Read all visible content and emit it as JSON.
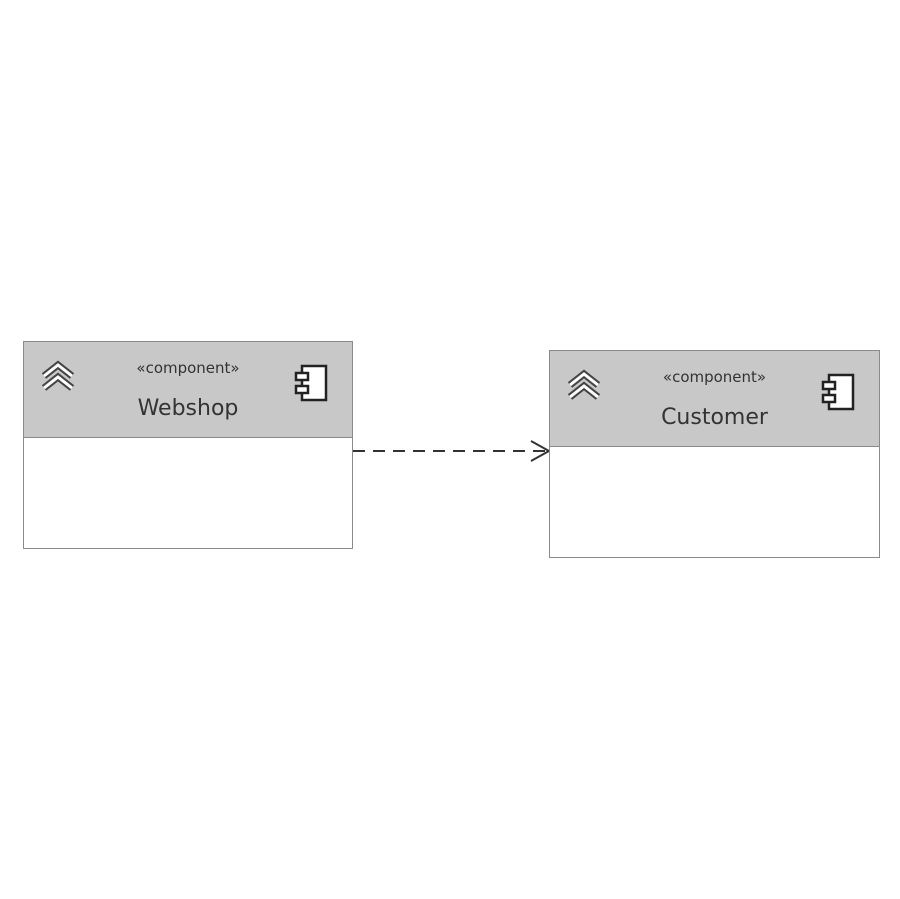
{
  "diagram": {
    "components": [
      {
        "stereotype": "«component»",
        "name": "Webshop"
      },
      {
        "stereotype": "«component»",
        "name": "Customer"
      }
    ],
    "dependency": {
      "from": "Webshop",
      "to": "Customer",
      "style": "dashed-open-arrow"
    },
    "colors": {
      "header_fill": "#c8c8c8",
      "border": "#8a8a8a",
      "text": "#333333",
      "connector": "#333333"
    },
    "icons": [
      "collapse-chevrons-icon",
      "uml-component-icon"
    ]
  }
}
